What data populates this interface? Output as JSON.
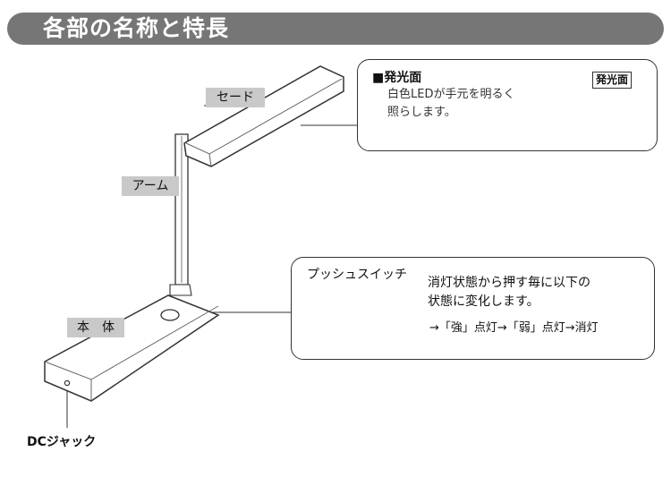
{
  "header": {
    "title": "各部の名称と特長"
  },
  "labels": {
    "shade": "セード",
    "arm": "アーム",
    "body": "本　体",
    "dc_jack": "DCジャック"
  },
  "emitter": {
    "heading": "■発光面",
    "description_line1": "白色LEDが手元を明るく",
    "description_line2": "照らします。",
    "inset_label": "発光面"
  },
  "switch": {
    "heading": "プッシュスイッチ",
    "description_line1": "消灯状態から押す毎に以下の",
    "description_line2": "状態に変化します。",
    "cycle": "→「強」点灯→「弱」点灯→消灯"
  }
}
